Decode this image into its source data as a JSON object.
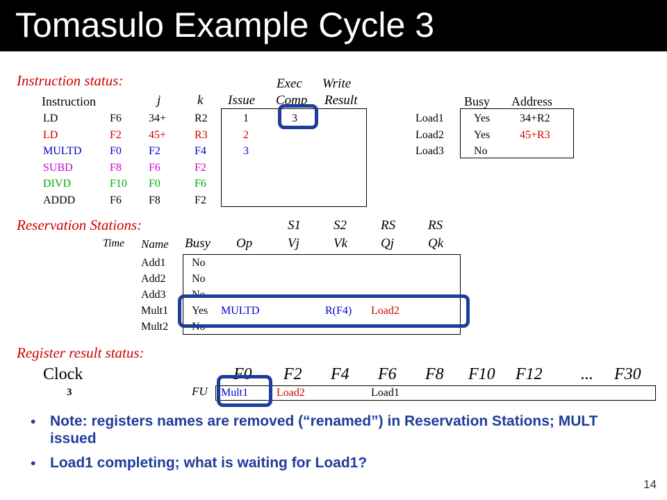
{
  "title": "Tomasulo Example Cycle 3",
  "colors": {
    "black": "#000000",
    "red": "#cc0000",
    "blue": "#0000cc",
    "magenta": "#cc00cc",
    "green": "#00aa00",
    "highlight": "#1f3c99"
  },
  "instruction_status": {
    "heading": "Instruction status:",
    "headers": {
      "instruction": "Instruction",
      "j": "j",
      "k": "k",
      "issue": "Issue",
      "exec_top": "Exec",
      "exec_bottom": "Comp",
      "write_top": "Write",
      "write_bottom": "Result"
    },
    "rows": [
      {
        "op": "LD",
        "reg": "F6",
        "j": "34+",
        "k": "R2",
        "issue": "1",
        "exec": "3",
        "write": "",
        "color": "#000000"
      },
      {
        "op": "LD",
        "reg": "F2",
        "j": "45+",
        "k": "R3",
        "issue": "2",
        "exec": "",
        "write": "",
        "color": "#cc0000"
      },
      {
        "op": "MULTD",
        "reg": "F0",
        "j": "F2",
        "k": "F4",
        "issue": "3",
        "exec": "",
        "write": "",
        "color": "#0000cc"
      },
      {
        "op": "SUBD",
        "reg": "F8",
        "j": "F6",
        "k": "F2",
        "issue": "",
        "exec": "",
        "write": "",
        "color": "#cc00cc"
      },
      {
        "op": "DIVD",
        "reg": "F10",
        "j": "F0",
        "k": "F6",
        "issue": "",
        "exec": "",
        "write": "",
        "color": "#00aa00"
      },
      {
        "op": "ADDD",
        "reg": "F6",
        "j": "F8",
        "k": "F2",
        "issue": "",
        "exec": "",
        "write": "",
        "color": "#000000"
      }
    ]
  },
  "load_buffers": {
    "headers": {
      "busy": "Busy",
      "address": "Address"
    },
    "rows": [
      {
        "name": "Load1",
        "busy": "Yes",
        "address": "34+R2",
        "color": "#000000"
      },
      {
        "name": "Load2",
        "busy": "Yes",
        "address": "45+R3",
        "color": "#cc0000"
      },
      {
        "name": "Load3",
        "busy": "No",
        "address": "",
        "color": "#000000"
      }
    ]
  },
  "reservation_stations": {
    "heading": "Reservation Stations:",
    "headers": {
      "s1": "S1",
      "s2": "S2",
      "rs1": "RS",
      "rs2": "RS",
      "time": "Time",
      "name": "Name",
      "busy": "Busy",
      "op": "Op",
      "vj": "Vj",
      "vk": "Vk",
      "qj": "Qj",
      "qk": "Qk"
    },
    "rows": [
      {
        "time": "",
        "name": "Add1",
        "busy": "No",
        "op": "",
        "vj": "",
        "vk": "",
        "qj": "",
        "qk": ""
      },
      {
        "time": "",
        "name": "Add2",
        "busy": "No",
        "op": "",
        "vj": "",
        "vk": "",
        "qj": "",
        "qk": ""
      },
      {
        "time": "",
        "name": "Add3",
        "busy": "No",
        "op": "",
        "vj": "",
        "vk": "",
        "qj": "",
        "qk": ""
      },
      {
        "time": "",
        "name": "Mult1",
        "busy": "Yes",
        "op": "MULTD",
        "vj": "",
        "vk": "R(F4)",
        "qj": "Load2",
        "qk": ""
      },
      {
        "time": "",
        "name": "Mult2",
        "busy": "No",
        "op": "",
        "vj": "",
        "vk": "",
        "qj": "",
        "qk": ""
      }
    ]
  },
  "register_status": {
    "heading": "Register result status:",
    "clock_label": "Clock",
    "clock_value": "3",
    "fu_label": "FU",
    "registers": [
      "F0",
      "F2",
      "F4",
      "F6",
      "F8",
      "F10",
      "F12",
      "...",
      "F30"
    ],
    "values": [
      "Mult1",
      "Load2",
      "",
      "Load1",
      "",
      "",
      "",
      "",
      ""
    ],
    "value_colors": [
      "#0000cc",
      "#cc0000",
      "#000000",
      "#000000",
      "#000000",
      "#000000",
      "#000000",
      "#000000",
      "#000000"
    ]
  },
  "notes": [
    "Note: registers names are removed (“renamed”) in Reservation Stations; MULT issued",
    "Load1 completing; what is waiting for Load1?"
  ],
  "bullet_char": "•",
  "page_number": "14"
}
